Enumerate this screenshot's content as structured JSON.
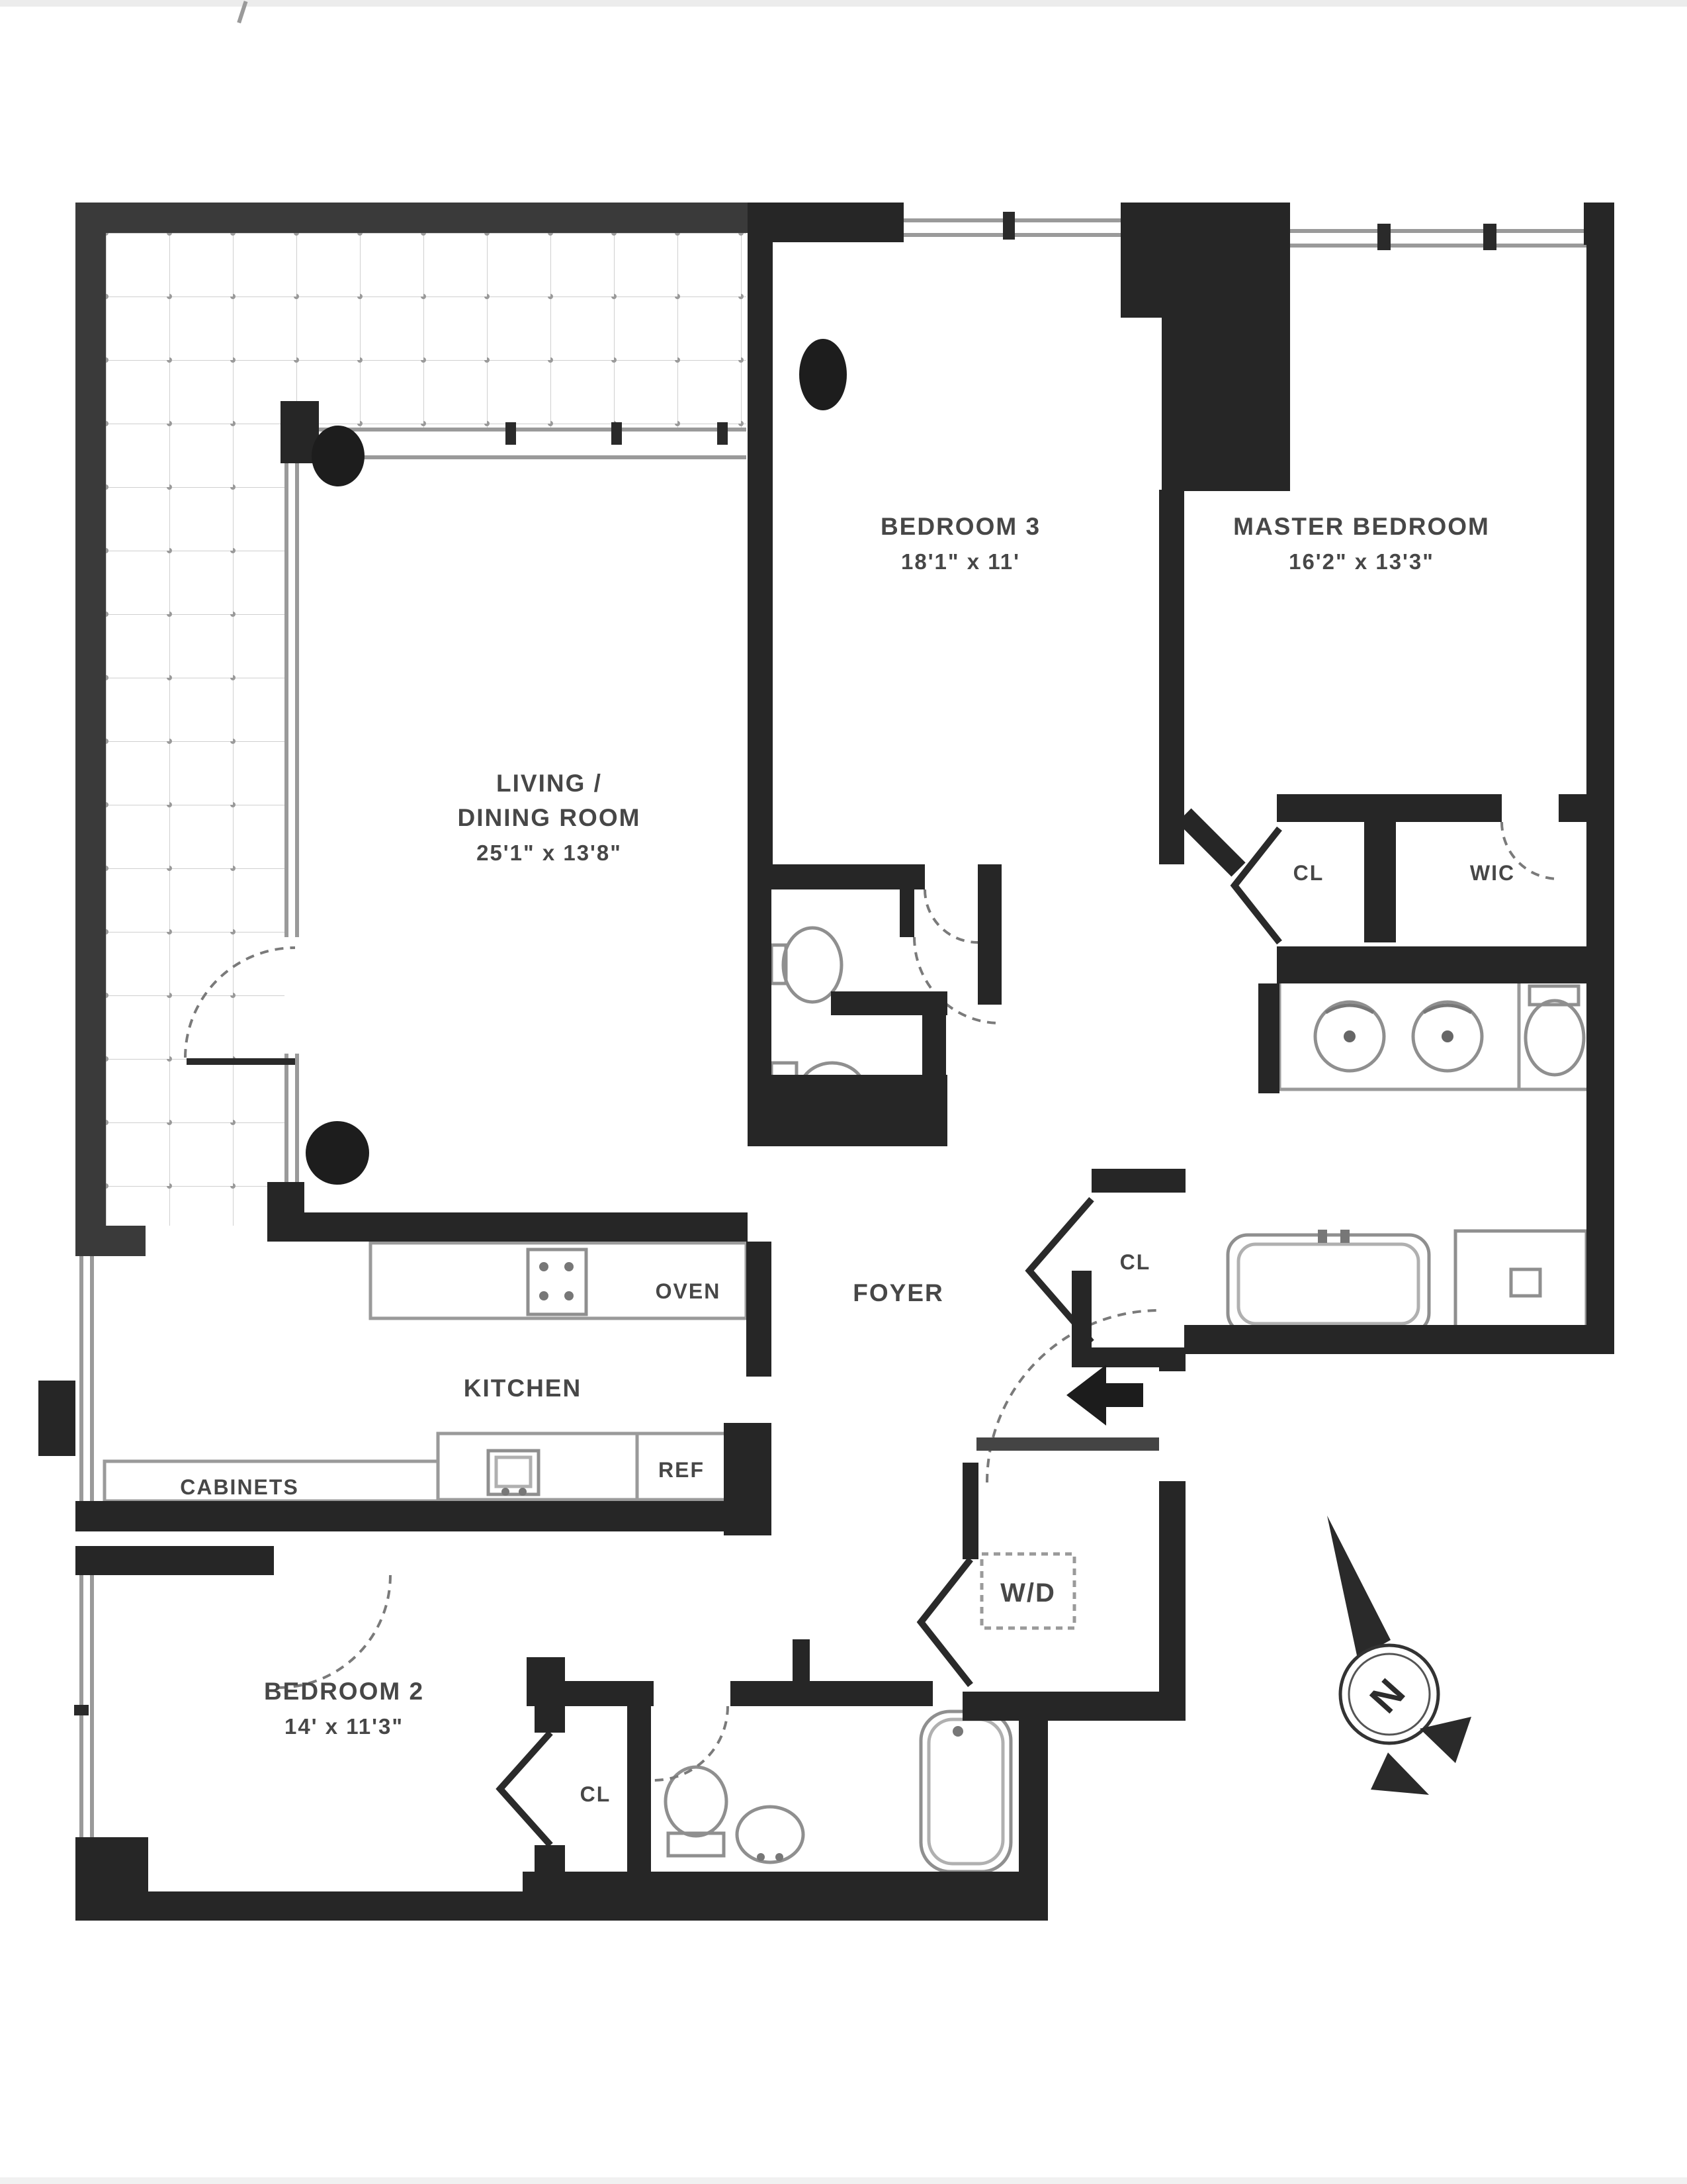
{
  "document": {
    "kind": "apartment floor plan (scanned)"
  },
  "colors": {
    "wall": "#262626",
    "parapet": "#3a3a3a",
    "window_line": "#9a9a9a",
    "grid_line": "#cfcfcf",
    "grid_dot": "#9a9a9a",
    "label": "#474747",
    "fixture_line": "#8f8f8f",
    "door_arc": "#7a7a7a"
  },
  "rooms": {
    "living": {
      "name_line1": "LIVING /",
      "name_line2": "DINING ROOM",
      "dims": "25'1\" x 13'8\""
    },
    "bedroom3": {
      "name": "BEDROOM 3",
      "dims": "18'1\" x 11'"
    },
    "master": {
      "name": "MASTER BEDROOM",
      "dims": "16'2\" x 13'3\""
    },
    "bedroom2": {
      "name": "BEDROOM 2",
      "dims": "14' x 11'3\""
    },
    "kitchen": {
      "name": "KITCHEN"
    },
    "foyer": {
      "name": "FOYER"
    }
  },
  "closets": {
    "master_cl": "CL",
    "wic": "WIC",
    "foyer_cl": "CL",
    "bedroom2_cl": "CL"
  },
  "appliances": {
    "oven": "OVEN",
    "ref": "REF",
    "cabinets": "CABINETS",
    "washer_dryer": "W/D"
  },
  "compass": {
    "north": "N"
  }
}
